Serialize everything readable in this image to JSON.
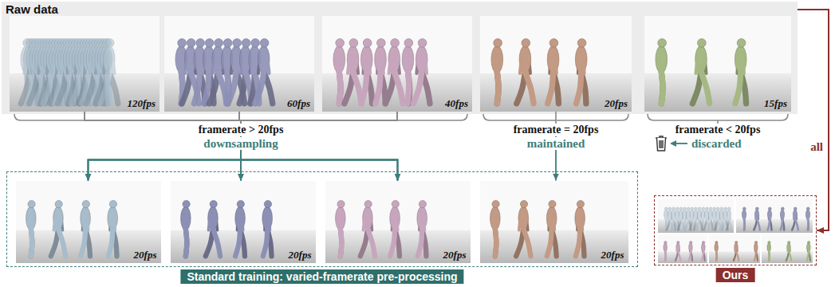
{
  "diagram": {
    "nodes": [
      {
        "text": [
          "Raw data"
        ]
      },
      {
        "text": [
          "120fps"
        ],
        "in": 0
      },
      {
        "text": [
          "60fps"
        ],
        "in": 0
      },
      {
        "text": [
          "40fps"
        ],
        "in": 0
      },
      {
        "text": [
          "20fps"
        ],
        "in": 0
      },
      {
        "text": [
          "15fps"
        ],
        "in": 0
      },
      {
        "text": [
          "Standard training: varied-framerate pre-processing"
        ]
      },
      {
        "text": [
          "20fps"
        ],
        "in": 6
      },
      {
        "text": [
          "20fps"
        ],
        "in": 6
      },
      {
        "text": [
          "20fps"
        ],
        "in": 6
      },
      {
        "text": [
          "20fps"
        ],
        "in": 6
      },
      {
        "text": [
          "Ours"
        ]
      }
    ],
    "edges": [
      {
        "from": 1,
        "to": 7,
        "arrow": "to"
      },
      {
        "from": 1,
        "to": 8,
        "arrow": "to"
      },
      {
        "from": 1,
        "to": 9,
        "arrow": "to"
      },
      {
        "from": 2,
        "to": 7,
        "arrow": "to"
      },
      {
        "from": 2,
        "to": 8,
        "arrow": "to"
      },
      {
        "from": 2,
        "to": 9,
        "arrow": "to"
      },
      {
        "from": 3,
        "to": 7,
        "arrow": "to"
      },
      {
        "from": 3,
        "to": 8,
        "arrow": "to"
      },
      {
        "from": 3,
        "to": 9,
        "arrow": "to"
      },
      {
        "from": 4,
        "to": 10,
        "arrow": "to"
      },
      {
        "from": 0,
        "to": 11,
        "label": "all",
        "arrow": "to"
      }
    ],
    "labels": [
      "framerate > 20fps",
      "downsampling",
      "framerate = 20fps",
      "maintained",
      "framerate < 20fps",
      "discarded"
    ]
  }
}
